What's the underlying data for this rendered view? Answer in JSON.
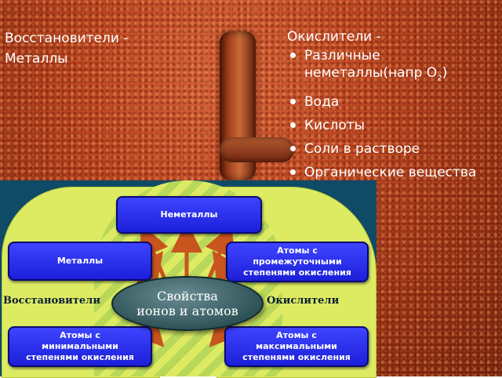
{
  "slide": {
    "left_heading_line1": "Восстановители -",
    "left_heading_line2": "Металлы",
    "right_heading": "Окислители -",
    "oxidizers": [
      {
        "text": "Различные неметаллы(напр O",
        "sub": "2",
        "tail": ")"
      },
      {
        "text": "Вода"
      },
      {
        "text": "Кислоты"
      },
      {
        "text": "Соли в растворе"
      },
      {
        "text": "Органические вещества"
      }
    ]
  },
  "diagram": {
    "nonmetals": "Неметаллы",
    "metals": "Металлы",
    "intermediate": [
      "Атомы с",
      "промежуточными",
      "степенями окисления"
    ],
    "minimal": [
      "Атомы с",
      "минимальными",
      "степенями окисления"
    ],
    "maximal": [
      "Атомы с",
      "максимальными",
      "степенями окисления"
    ],
    "center": [
      "Свойства",
      "ионов и атомов"
    ],
    "reducers_label": "Восстановители",
    "oxidizers_label": "Окислители"
  }
}
